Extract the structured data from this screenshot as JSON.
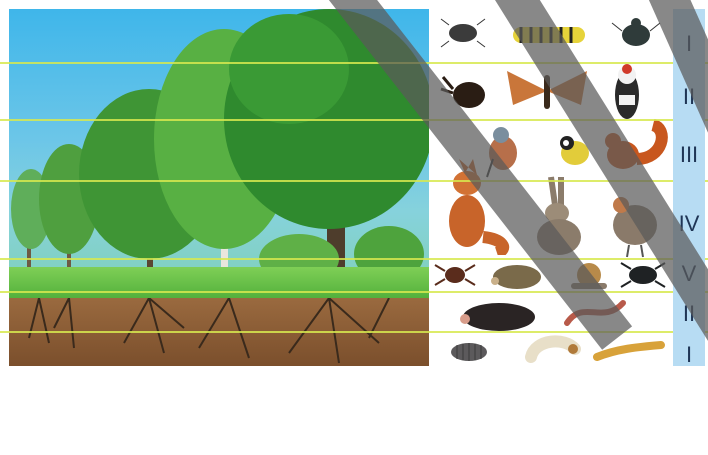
{
  "layer_labels": [
    "I",
    "II",
    "III",
    "IV",
    "V",
    "II",
    "I"
  ],
  "colors": {
    "label_column": "#b7dcf3",
    "label_text": "#1f3555",
    "band_line": "#d7e94f",
    "sky": "#3fb6ea",
    "soil": "#7b4f2c"
  },
  "organisms": {
    "layer_1_top": [
      "weevil-icon",
      "caterpillar-icon",
      "beetle-icon"
    ],
    "layer_2_top": [
      "stag-beetle-icon",
      "moth-icon",
      "woodpecker-icon"
    ],
    "layer_3": [
      "chaffinch-icon",
      "great-tit-icon",
      "squirrel-icon"
    ],
    "layer_4": [
      "fox-icon",
      "hare-icon",
      "partridge-icon"
    ],
    "layer_5": [
      "tick-icon",
      "hedgehog-icon",
      "snail-icon",
      "ground-beetle-icon"
    ],
    "layer_6_soil": [
      "mole-icon",
      "earthworm-icon"
    ],
    "layer_7_soil": [
      "woodlouse-icon",
      "grub-icon",
      "wireworm-icon"
    ]
  }
}
